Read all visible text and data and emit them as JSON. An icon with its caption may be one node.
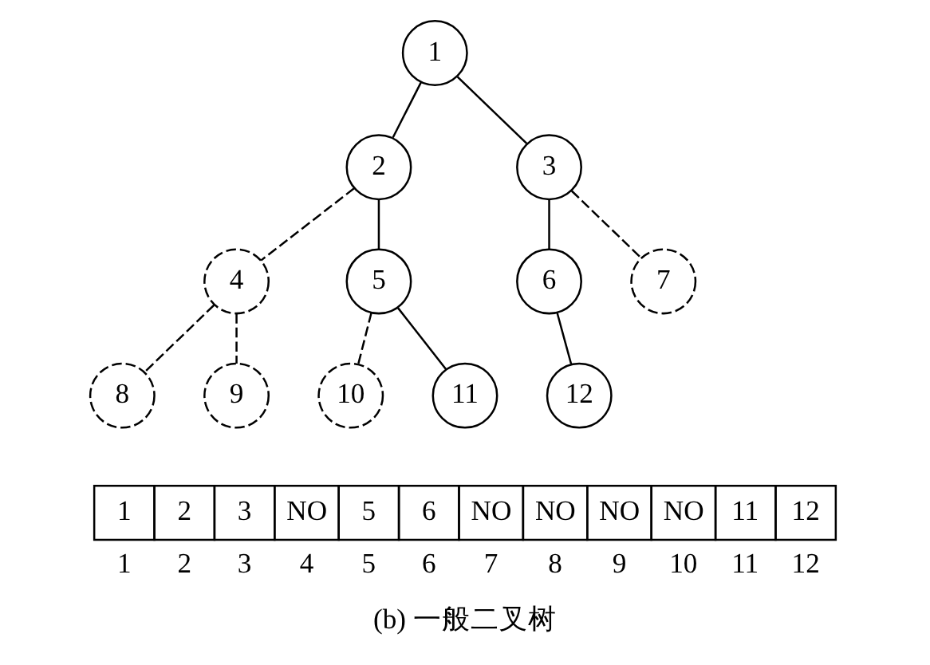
{
  "diagram": {
    "caption": "(b) 一般二叉树",
    "nodes": [
      {
        "text": [
          "1"
        ]
      },
      {
        "text": [
          "2"
        ]
      },
      {
        "text": [
          "3"
        ]
      },
      {
        "text": [
          "4"
        ]
      },
      {
        "text": [
          "5"
        ]
      },
      {
        "text": [
          "6"
        ]
      },
      {
        "text": [
          "7"
        ]
      },
      {
        "text": [
          "8"
        ]
      },
      {
        "text": [
          "9"
        ]
      },
      {
        "text": [
          "10"
        ]
      },
      {
        "text": [
          "11"
        ]
      },
      {
        "text": [
          "12"
        ]
      }
    ],
    "edges": [
      {
        "from": 0,
        "to": 1,
        "arrow": "none"
      },
      {
        "from": 0,
        "to": 2,
        "arrow": "none"
      },
      {
        "from": 1,
        "to": 3,
        "arrow": "none",
        "style": "dashed"
      },
      {
        "from": 1,
        "to": 4,
        "arrow": "none"
      },
      {
        "from": 2,
        "to": 5,
        "arrow": "none"
      },
      {
        "from": 2,
        "to": 6,
        "arrow": "none",
        "style": "dashed"
      },
      {
        "from": 3,
        "to": 7,
        "arrow": "none",
        "style": "dashed"
      },
      {
        "from": 3,
        "to": 8,
        "arrow": "none",
        "style": "dashed"
      },
      {
        "from": 4,
        "to": 9,
        "arrow": "none",
        "style": "dashed"
      },
      {
        "from": 4,
        "to": 10,
        "arrow": "none"
      },
      {
        "from": 5,
        "to": 11,
        "arrow": "none"
      }
    ],
    "labels": [
      "1",
      "2",
      "3",
      "NO",
      "5",
      "6",
      "NO",
      "NO",
      "NO",
      "NO",
      "11",
      "12",
      "1",
      "2",
      "3",
      "4",
      "5",
      "6",
      "7",
      "8",
      "9",
      "10",
      "11",
      "12"
    ]
  }
}
